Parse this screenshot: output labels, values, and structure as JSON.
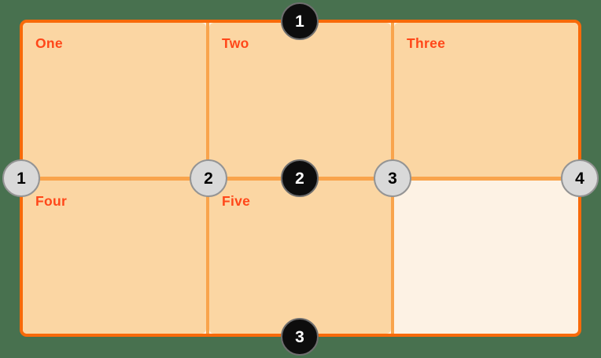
{
  "diagram": {
    "description": "CSS grid lines diagram with five items in a 3x2 grid, numbered row lines and column lines",
    "cells": [
      {
        "label": "One",
        "column": 1,
        "row": 1
      },
      {
        "label": "Two",
        "column": 2,
        "row": 1
      },
      {
        "label": "Three",
        "column": 3,
        "row": 1
      },
      {
        "label": "Four",
        "column": 1,
        "row": 2
      },
      {
        "label": "Five",
        "column": 2,
        "row": 2
      }
    ],
    "empty_cell": {
      "column": 3,
      "row": 2
    },
    "row_line_markers": [
      {
        "number": "1"
      },
      {
        "number": "2"
      },
      {
        "number": "3"
      }
    ],
    "column_line_markers": [
      {
        "number": "1"
      },
      {
        "number": "2"
      },
      {
        "number": "3"
      },
      {
        "number": "4"
      }
    ]
  },
  "colors": {
    "background": "#48714f",
    "container_border": "#f86a0a",
    "container_bg": "#fdf2e4",
    "cell_bg": "#fbd6a3",
    "grid_line": "#f9a44c",
    "label_text": "#ff4719",
    "row_marker_bg": "#0d0d0d",
    "row_marker_text": "#ffffff",
    "row_marker_ring": "#6e6e6e",
    "col_marker_bg": "#d9d9d9",
    "col_marker_text": "#000000",
    "col_marker_ring": "#949494"
  }
}
